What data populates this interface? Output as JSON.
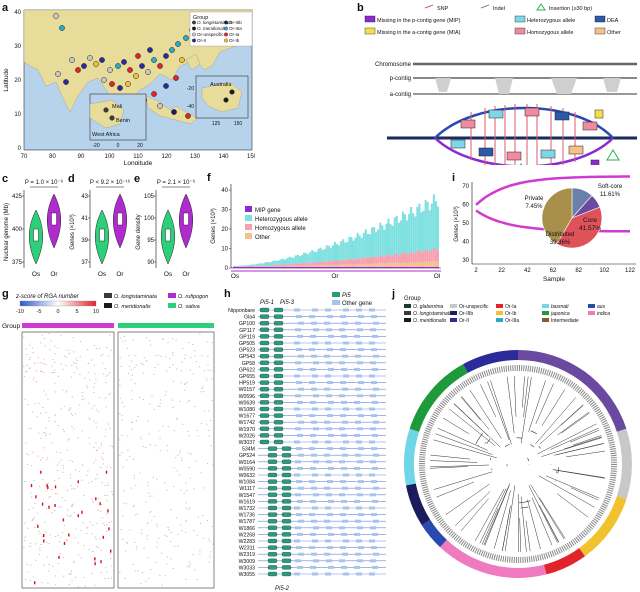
{
  "panels": {
    "a": {
      "letter": "a",
      "xlabel": "Longitude",
      "ylabel": "Latitude",
      "xticks": [
        "70",
        "80",
        "90",
        "100",
        "110",
        "120",
        "130",
        "140",
        "150"
      ],
      "yticks": [
        "40",
        "30",
        "20",
        "10",
        "0"
      ],
      "legend_title": "Group",
      "legend": [
        {
          "label": "O. longistaminata",
          "color": "#3a3a3a"
        },
        {
          "label": "O. meridionalis",
          "color": "#1a1a1a"
        },
        {
          "label": "Or-unspecific",
          "color": "#c8c8c8"
        },
        {
          "label": "Or-II",
          "color": "#2b2b9a"
        },
        {
          "label": "Or-IIIb",
          "color": "#1b1b5e"
        },
        {
          "label": "Or-IIIa",
          "color": "#2aa9c9"
        },
        {
          "label": "Or-Ia",
          "color": "#e0242a"
        },
        {
          "label": "Or-Ib",
          "color": "#f2c12e"
        }
      ],
      "inset_africa": {
        "labels": [
          "Mali",
          "Benin",
          "West Africa"
        ],
        "xticks": [
          "-20",
          "0",
          "20"
        ]
      },
      "inset_australia": {
        "label": "Australia",
        "xticks": [
          "125",
          "150"
        ],
        "yticks": [
          "-20",
          "-40"
        ]
      }
    },
    "b": {
      "letter": "b",
      "legend": [
        {
          "label": "SNP",
          "color": "#e05a6a"
        },
        {
          "label": "Indel",
          "color": "#888888"
        },
        {
          "label": "Insertion (≥30 bp)",
          "color": "#2db04a"
        },
        {
          "label": "Missing in the p-contig gene (MIP)",
          "color": "#8a2ad0"
        },
        {
          "label": "Heterozygous allele",
          "color": "#7fd6e6"
        },
        {
          "label": "DEA",
          "color": "#2a5aa8"
        },
        {
          "label": "Missing in the a-contig gene (MIA)",
          "color": "#f4e04a"
        },
        {
          "label": "Homozygous allele",
          "color": "#f08aa0"
        },
        {
          "label": "Other",
          "color": "#f5c08a"
        }
      ],
      "tracks": [
        "Chromosome",
        "p-contig",
        "a-contig"
      ]
    },
    "c": {
      "letter": "c",
      "ylabel": "Nuclear genome (Mb)",
      "pvalue": "P = 1.0 × 10⁻⁶",
      "groups": [
        "Os",
        "Or"
      ],
      "yticks": [
        "375",
        "400",
        "425"
      ]
    },
    "d": {
      "letter": "d",
      "ylabel": "Genes (×10³)",
      "pvalue": "P < 9.2 × 10⁻¹⁶",
      "groups": [
        "Os",
        "Or"
      ],
      "yticks": [
        "37",
        "39",
        "41",
        "43"
      ]
    },
    "e": {
      "letter": "e",
      "ylabel": "Gene density",
      "pvalue": "P = 2.1 × 10⁻⁶",
      "groups": [
        "Os",
        "Or"
      ],
      "yticks": [
        "90",
        "95",
        "100",
        "105"
      ]
    },
    "f": {
      "letter": "f",
      "ylabel": "Genes (×10³)",
      "yticks": [
        "0",
        "10",
        "20",
        "30",
        "40"
      ],
      "xgroups": [
        "Os",
        "Or",
        "Ol"
      ],
      "legend": [
        {
          "label": "MIP gene",
          "color": "#8a2ad0"
        },
        {
          "label": "Heterozygous allele",
          "color": "#7fe0e0"
        },
        {
          "label": "Homozygous allele",
          "color": "#f7a0b0"
        },
        {
          "label": "Other",
          "color": "#f5c08a"
        }
      ]
    },
    "g": {
      "letter": "g",
      "scale_title": "z-score of RGA number",
      "scale_ticks": [
        "-10",
        "-5",
        "0",
        "5",
        "10"
      ],
      "group_label": "Group",
      "legend": [
        {
          "label": "O. longistaminata",
          "color": "#3a3a3a"
        },
        {
          "label": "O. rufipogon",
          "color": "#b02ad0"
        },
        {
          "label": "O. meridionalis",
          "color": "#1a1a1a"
        },
        {
          "label": "O. sativa",
          "color": "#2dd07a"
        }
      ]
    },
    "h": {
      "letter": "h",
      "legend": [
        {
          "label": "Pi5",
          "color": "#2a9a7a"
        },
        {
          "label": "Other gene",
          "color": "#a8c4ec"
        }
      ],
      "top_labels": [
        "Pi5-1",
        "Pi5-3"
      ],
      "bottom_label": "Pi5-2",
      "rows": [
        "Nipponbare",
        "Gla4",
        "GP100",
        "GP117",
        "GP119",
        "GP505",
        "GP523",
        "GP543",
        "GP58",
        "GP622",
        "GP655",
        "HP519",
        "W0157",
        "W0596",
        "W0639",
        "W1080",
        "W1677",
        "W1742",
        "W1970",
        "W2026",
        "W3037",
        "534M",
        "GP524",
        "W0164",
        "W0590",
        "W0632",
        "W1084",
        "W1117",
        "W1547",
        "W1619",
        "W1732",
        "W1736",
        "W1787",
        "W1866",
        "W2268",
        "W2283",
        "W2311",
        "W2319",
        "W3009",
        "W3033",
        "W3055"
      ]
    },
    "i": {
      "letter": "i",
      "xlabel": "Sample",
      "ylabel": "Genes (×10³)",
      "xticks": [
        "2",
        "22",
        "42",
        "62",
        "82",
        "102",
        "122"
      ],
      "yticks": [
        "30",
        "40",
        "50",
        "60",
        "70"
      ],
      "labels": [
        "Soft-core",
        "Private",
        "Core",
        "Distributed"
      ],
      "pie": [
        {
          "label": "Soft-core",
          "pct": "11.61%",
          "value": 11.61,
          "color": "#6a80a8"
        },
        {
          "label": "Private",
          "pct": "7.45%",
          "value": 7.45,
          "color": "#6a4aa0"
        },
        {
          "label": "Distributed",
          "pct": "39.36%",
          "value": 39.36,
          "color": "#e0525a"
        },
        {
          "label": "Core",
          "pct": "41.57%",
          "value": 41.57,
          "color": "#a8904a"
        }
      ]
    },
    "j": {
      "letter": "j",
      "legend_title": "Group",
      "legend": [
        {
          "label": "O. glaberrima",
          "color": "#1a3a2a"
        },
        {
          "label": "Or-unspecific",
          "color": "#c8c8c8"
        },
        {
          "label": "Or-Ia",
          "color": "#e0242a"
        },
        {
          "label": "basmati",
          "color": "#6fd6e6"
        },
        {
          "label": "aus",
          "color": "#2a4ab0"
        },
        {
          "label": "O. longistaminata",
          "color": "#3a3a3a"
        },
        {
          "label": "Or-IIIb",
          "color": "#1b1b5e"
        },
        {
          "label": "Or-Ib",
          "color": "#f2c12e"
        },
        {
          "label": "japonica",
          "color": "#1f9a3a"
        },
        {
          "label": "indica",
          "color": "#f07ac0"
        },
        {
          "label": "O. meridionalis",
          "color": "#1a1a1a"
        },
        {
          "label": "Or-II",
          "color": "#2b2b9a"
        },
        {
          "label": "Or-IIIa",
          "color": "#2aa9c9"
        },
        {
          "label": "Intermediate",
          "color": "#8a5a2a"
        }
      ]
    }
  }
}
